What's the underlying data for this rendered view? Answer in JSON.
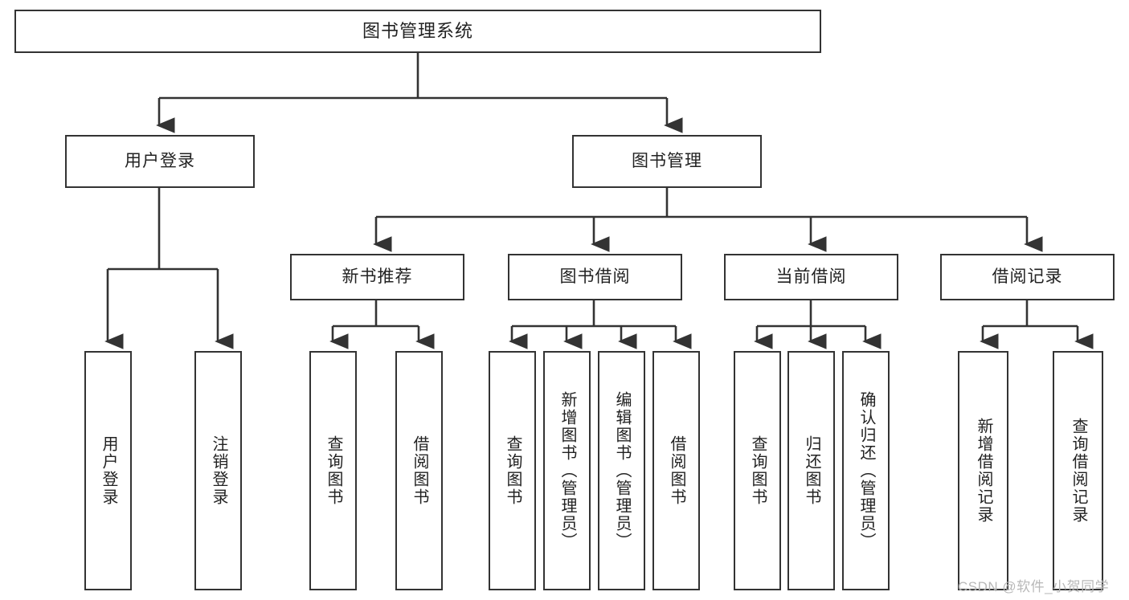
{
  "diagram": {
    "type": "tree",
    "title": "图书管理系统",
    "root": {
      "label": "图书管理系统"
    },
    "level2": [
      {
        "label": "用户登录"
      },
      {
        "label": "图书管理"
      }
    ],
    "level3": [
      {
        "label": "新书推荐"
      },
      {
        "label": "图书借阅"
      },
      {
        "label": "当前借阅"
      },
      {
        "label": "借阅记录"
      }
    ],
    "leaves": {
      "user_login": [
        {
          "label": "用户登录"
        },
        {
          "label": "注销登录"
        }
      ],
      "new_book_recommend": [
        {
          "label": "查询图书"
        },
        {
          "label": "借阅图书"
        }
      ],
      "book_borrow": [
        {
          "label": "查询图书"
        },
        {
          "label": "新增图书（管理员）"
        },
        {
          "label": "编辑图书（管理员）"
        },
        {
          "label": "借阅图书"
        }
      ],
      "current_borrow": [
        {
          "label": "查询图书"
        },
        {
          "label": "归还图书"
        },
        {
          "label": "确认归还（管理员）"
        }
      ],
      "borrow_record": [
        {
          "label": "新增借阅记录"
        },
        {
          "label": "查询借阅记录"
        }
      ]
    },
    "watermark": "CSDN @软件_小贺同学",
    "colors": {
      "border": "#333333",
      "text": "#222222",
      "background": "#ffffff",
      "watermark": "#b8b8b8"
    }
  }
}
